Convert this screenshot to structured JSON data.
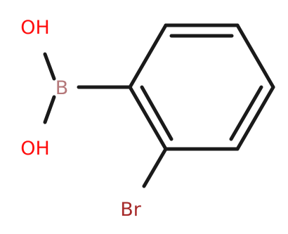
{
  "molecule": {
    "atoms": {
      "oh_top": "OH",
      "boron": "B",
      "oh_bottom": "OH",
      "bromine": "Br"
    },
    "colors": {
      "oxygen": "#ff0d0d",
      "boron": "#b5787a",
      "bromine": "#a62929",
      "bond": "#1a1a1a"
    }
  }
}
